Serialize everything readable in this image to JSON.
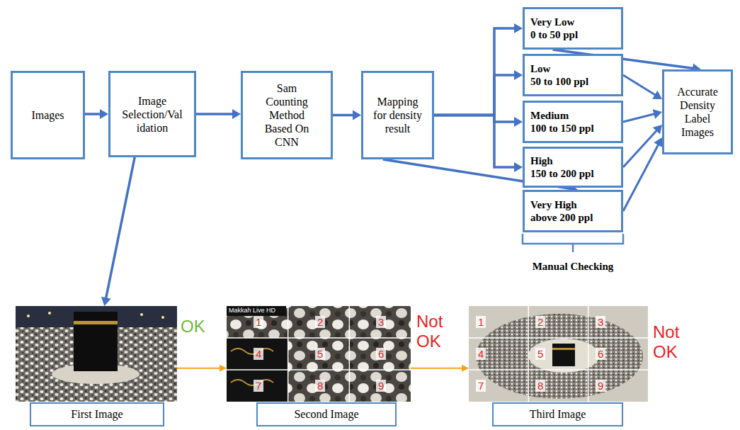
{
  "diagram": {
    "nodes": [
      {
        "text": [
          "Images"
        ]
      },
      {
        "text": [
          "Image Selection/Val idation"
        ]
      },
      {
        "text": [
          "Sam Counting Method Based On CNN"
        ]
      },
      {
        "text": [
          "Mapping for density result"
        ]
      },
      {
        "text": [
          "Very Low",
          "0 to 50 ppl"
        ]
      },
      {
        "text": [
          "Low",
          "50 to 100 ppl"
        ]
      },
      {
        "text": [
          "Medium",
          "100 to 150 ppl"
        ]
      },
      {
        "text": [
          "High",
          "150 to 200 ppl"
        ]
      },
      {
        "text": [
          "Very High",
          "above 200 ppl"
        ]
      },
      {
        "text": [
          "Accurate Density Label Images"
        ]
      },
      {
        "text": [
          "First Image"
        ]
      },
      {
        "text": [
          "Second Image"
        ]
      },
      {
        "text": [
          "Third Image"
        ]
      }
    ],
    "edges": [
      {
        "from": 0,
        "to": 1,
        "arrow": "to"
      },
      {
        "from": 1,
        "to": 2,
        "arrow": "to"
      },
      {
        "from": 2,
        "to": 3,
        "arrow": "to"
      },
      {
        "from": 3,
        "to": 4,
        "arrow": "to"
      },
      {
        "from": 3,
        "to": 5,
        "arrow": "to"
      },
      {
        "from": 3,
        "to": 6,
        "arrow": "to"
      },
      {
        "from": 3,
        "to": 7,
        "arrow": "to"
      },
      {
        "from": 3,
        "to": 8,
        "arrow": "to"
      },
      {
        "from": 4,
        "to": 9,
        "arrow": "to"
      },
      {
        "from": 5,
        "to": 9,
        "arrow": "to"
      },
      {
        "from": 6,
        "to": 9,
        "arrow": "to"
      },
      {
        "from": 7,
        "to": 9,
        "arrow": "to"
      },
      {
        "from": 8,
        "to": 9,
        "arrow": "to"
      },
      {
        "from": 1,
        "to": 10,
        "arrow": "to"
      },
      {
        "from": 10,
        "to": 11,
        "arrow": "to"
      },
      {
        "from": 11,
        "to": 12,
        "arrow": "to"
      }
    ],
    "labels": [
      "Manual Checking",
      "OK",
      "Makkah Live HD",
      "1",
      "2",
      "3",
      "4",
      "5",
      "6",
      "7",
      "8",
      "9",
      "Not OK",
      "1",
      "2",
      "3",
      "4",
      "5",
      "6",
      "7",
      "8",
      "9",
      "Not OK"
    ]
  }
}
